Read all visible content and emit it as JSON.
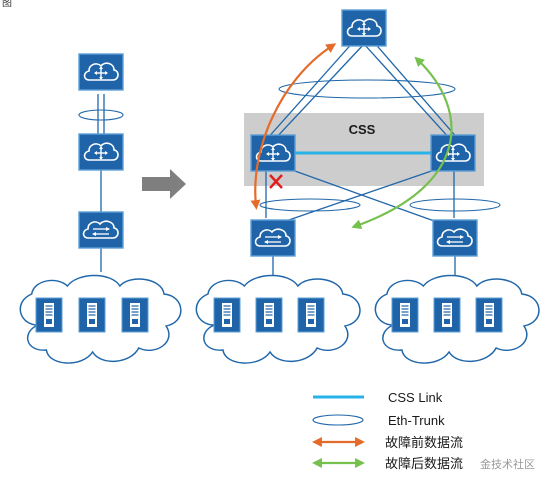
{
  "diagram": {
    "css_box_label": "CSS",
    "top_corner_mark": "图"
  },
  "legend": {
    "css_link": "CSS Link",
    "eth_trunk": "Eth-Trunk",
    "before_fault": "故障前数据流",
    "after_fault": "故障后数据流"
  },
  "watermark": {
    "text": "金技术社区"
  },
  "colors": {
    "device_blue": "#1f64a8",
    "device_border": "#5d9fd6",
    "line_blue": "#2067aa",
    "css_link": "#27b2e8",
    "css_box": "#cdcdcd",
    "before_flow": "#e46b2a",
    "after_flow": "#76c14d",
    "fault_mark": "#e21d1d"
  }
}
